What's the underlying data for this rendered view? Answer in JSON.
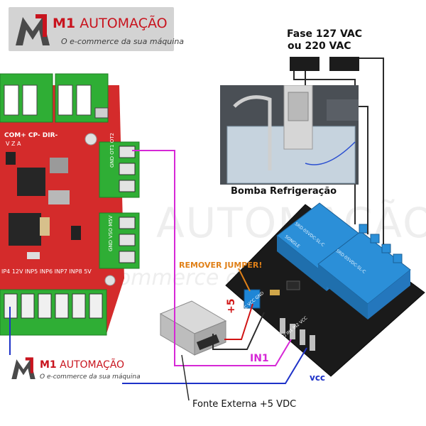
{
  "logo_top": {
    "brand_bold": "M1",
    "brand_rest": "AUTOMAÇÃO",
    "slogan": "O e-commerce da sua máquina"
  },
  "logo_bottom": {
    "brand_bold": "M1",
    "brand_rest": "AUTOMAÇÃO",
    "slogan": "O e-commerce da sua máquina"
  },
  "watermark": {
    "main": "AUTOMAÇÃO",
    "sub": "e-commerce da sua"
  },
  "labels": {
    "fase_line1": "Fase 127 VAC",
    "fase_line2": "ou 220 VAC",
    "bomba": "Bomba Refrigeração",
    "remover_jumper": "REMOVER JUMPER!",
    "plus5": "+5",
    "in1": "IN1",
    "vcc": "vcc",
    "fonte": "Fonte Externa +5 VDC"
  },
  "board_text": {
    "com": "COM+ CP- DIR-",
    "inputs": "IP4 12V INP5 INP6 INP7 INP8 5V",
    "gnd": "GND OT1 OT2",
    "gnd2": "GND VSO M5V",
    "vz": "V Z A",
    "relay_text": "SRD-05VDC-SL-C",
    "songle": "SONGLE",
    "jumper_label": "JD-VCC VCC GND",
    "header_label": "GND IN1 IN2 VCC"
  },
  "colors": {
    "wire_magenta": "#d628d6",
    "wire_blue": "#1e32c8",
    "wire_red": "#d01414",
    "wire_dark": "#2b2b2b",
    "board_red": "#d42b2b",
    "terminal_green": "#2fae35",
    "relay_blue": "#2b8fd8",
    "relay_board": "#1a1a1a",
    "remover_orange": "#e08018"
  }
}
